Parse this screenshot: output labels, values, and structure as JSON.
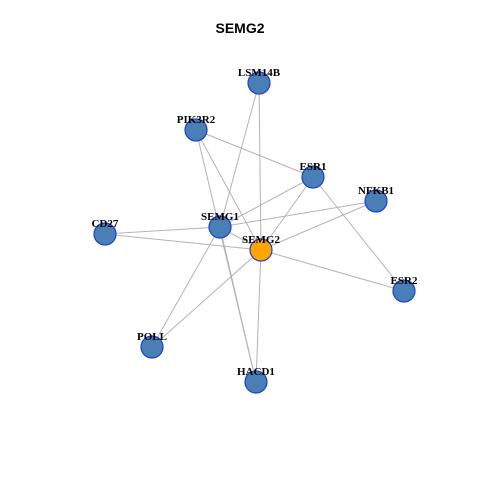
{
  "title": "SEMG2",
  "colors": {
    "default_node": "#4a7fb5",
    "focus_node": "#ffa500",
    "edge": "#b3b3b3",
    "node_border": "#1f3fd0"
  },
  "nodes": [
    {
      "id": "LSM14B",
      "label": "LSM14B",
      "focus": false
    },
    {
      "id": "PIK3R2",
      "label": "PIK3R2",
      "focus": false
    },
    {
      "id": "ESR1",
      "label": "ESR1",
      "focus": false
    },
    {
      "id": "NFKB1",
      "label": "NFKB1",
      "focus": false
    },
    {
      "id": "CD27",
      "label": "CD27",
      "focus": false
    },
    {
      "id": "SEMG1",
      "label": "SEMG1",
      "focus": false
    },
    {
      "id": "SEMG2",
      "label": "SEMG2",
      "focus": true
    },
    {
      "id": "ESR2",
      "label": "ESR2",
      "focus": false
    },
    {
      "id": "POLL",
      "label": "POLL",
      "focus": false
    },
    {
      "id": "HACD1",
      "label": "HACD1",
      "focus": false
    }
  ],
  "edges": [
    [
      "LSM14B",
      "SEMG2"
    ],
    [
      "LSM14B",
      "SEMG1"
    ],
    [
      "PIK3R2",
      "ESR1"
    ],
    [
      "PIK3R2",
      "SEMG2"
    ],
    [
      "PIK3R2",
      "HACD1"
    ],
    [
      "ESR1",
      "SEMG1"
    ],
    [
      "ESR1",
      "SEMG2"
    ],
    [
      "ESR1",
      "ESR2"
    ],
    [
      "NFKB1",
      "SEMG1"
    ],
    [
      "NFKB1",
      "SEMG2"
    ],
    [
      "CD27",
      "SEMG1"
    ],
    [
      "CD27",
      "SEMG2"
    ],
    [
      "SEMG1",
      "SEMG2"
    ],
    [
      "SEMG1",
      "POLL"
    ],
    [
      "SEMG1",
      "HACD1"
    ],
    [
      "SEMG2",
      "ESR2"
    ],
    [
      "SEMG2",
      "POLL"
    ],
    [
      "SEMG2",
      "HACD1"
    ]
  ]
}
